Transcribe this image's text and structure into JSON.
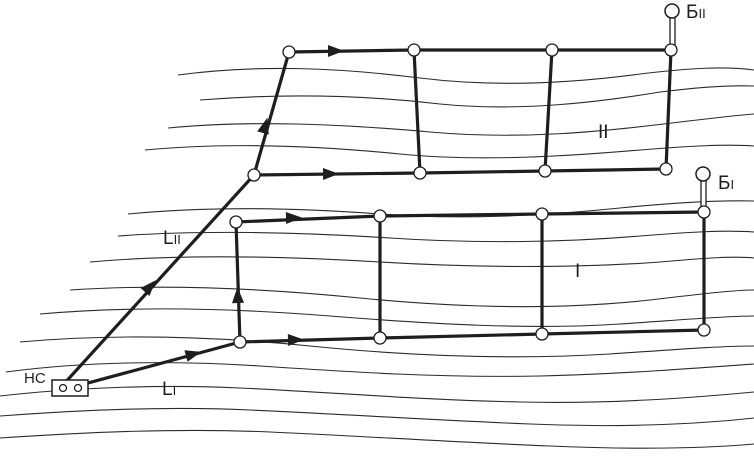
{
  "labels": {
    "pump_station": "НС",
    "line_1_main": "L",
    "line_1_sub": "I",
    "line_2_main": "L",
    "line_2_sub": "II",
    "zone_1": "I",
    "zone_2": "II",
    "tower_1_main": "Б",
    "tower_1_sub": "I",
    "tower_2_main": "Б",
    "tower_2_sub": "II"
  }
}
